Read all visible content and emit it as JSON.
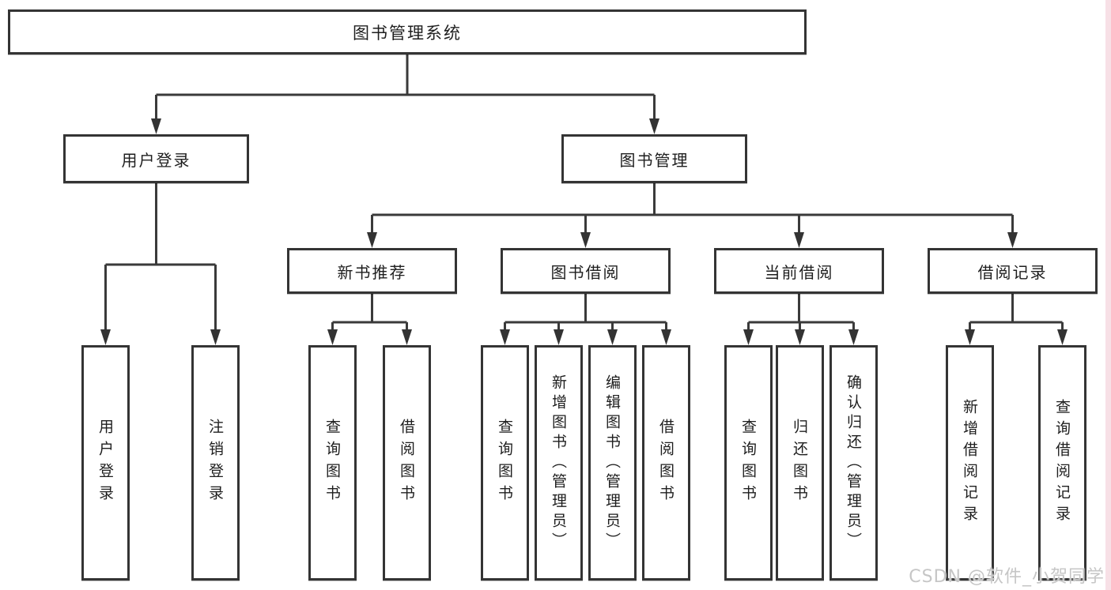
{
  "diagram_title": "图书管理系统",
  "nodes": {
    "root": "图书管理系统",
    "user_login": "用户登录",
    "book_management": "图书管理",
    "new_book_recommend": "新书推荐",
    "book_borrowing": "图书借阅",
    "current_borrowing": "当前借阅",
    "borrowing_records": "借阅记录",
    "leaf_user_login": "用户登录",
    "leaf_logout": "注销登录",
    "leaf_rec_query_books": "查询图书",
    "leaf_rec_borrow_books": "借阅图书",
    "leaf_bb_query_books": "查询图书",
    "leaf_bb_add_books": "新增图书（管理员）",
    "leaf_bb_edit_books": "编辑图书（管理员）",
    "leaf_bb_borrow_books": "借阅图书",
    "leaf_cb_query_books": "查询图书",
    "leaf_cb_return_books": "归还图书",
    "leaf_cb_confirm_return": "确认归还（管理员）",
    "leaf_br_add_record": "新增借阅记录",
    "leaf_br_query_record": "查询借阅记录"
  },
  "hierarchy": {
    "图书管理系统": {
      "用户登录": [
        "用户登录",
        "注销登录"
      ],
      "图书管理": {
        "新书推荐": [
          "查询图书",
          "借阅图书"
        ],
        "图书借阅": [
          "查询图书",
          "新增图书（管理员）",
          "编辑图书（管理员）",
          "借阅图书"
        ],
        "当前借阅": [
          "查询图书",
          "归还图书",
          "确认归还（管理员）"
        ],
        "借阅记录": [
          "新增借阅记录",
          "查询借阅记录"
        ]
      }
    }
  },
  "watermark": {
    "text": "CSDN @软件_小贺同学"
  },
  "colors": {
    "line": "#3a3a3a",
    "box_border": "#343434",
    "box_fill": "#ffffff",
    "text": "#1e1e1e",
    "watermark_text": "#c6c6c6",
    "right_edge_strip": "#f7e0e6",
    "background": "#ffffff"
  }
}
